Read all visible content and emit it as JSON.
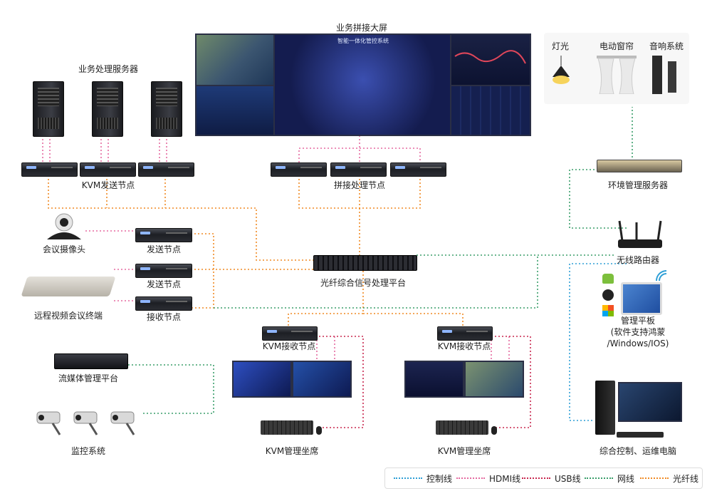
{
  "labels": {
    "big_screen": "业务拼接大屏",
    "screen_title": "智能一体化管控系统",
    "biz_servers": "业务处理服务器",
    "kvm_send": "KVM发送节点",
    "splice_nodes": "拼接处理节点",
    "light": "灯光",
    "curtain": "电动窗帘",
    "audio": "音响系统",
    "env_server": "环境管理服务器",
    "router": "无线路由器",
    "tablet": "管理平板\n(软件支持鸿蒙\n/Windows/IOS)",
    "conf_cam": "会议摄像头",
    "send1": "发送节点",
    "send2": "发送节点",
    "recv": "接收节点",
    "remote_vc": "远程视频会议终端",
    "fiber_platform": "光纤综合信号处理平台",
    "kvm_recv1": "KVM接收节点",
    "kvm_recv2": "KVM接收节点",
    "streaming": "流媒体管理平台",
    "surveillance": "监控系统",
    "kvm_seat1": "KVM管理坐席",
    "kvm_seat2": "KVM管理坐席",
    "control_pc": "综合控制、运维电脑"
  },
  "legend": [
    {
      "label": "控制线",
      "color": "#2e9fd6"
    },
    {
      "label": "HDMI线",
      "color": "#e56aa0"
    },
    {
      "label": "USB线",
      "color": "#c8284f"
    },
    {
      "label": "网线",
      "color": "#3a9e6a"
    },
    {
      "label": "光纤线",
      "color": "#f08a24"
    }
  ],
  "colors": {
    "control": "#2e9fd6",
    "hdmi": "#e56aa0",
    "usb": "#c8284f",
    "network": "#3a9e6a",
    "fiber": "#f08a24"
  }
}
